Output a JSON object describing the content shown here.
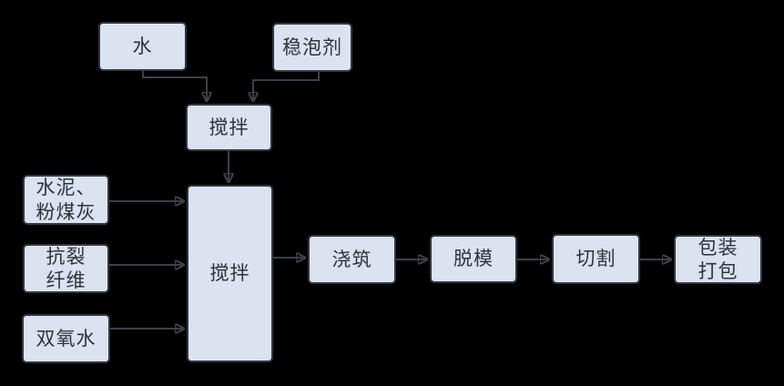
{
  "diagram": {
    "type": "flowchart",
    "background": "black",
    "nodes": [
      {
        "id": "water",
        "label": "水"
      },
      {
        "id": "foam-stabilizer",
        "label": "稳泡剂"
      },
      {
        "id": "mix-1",
        "label": "搅拌"
      },
      {
        "id": "cement-flyash",
        "label": "水泥、\n粉煤灰"
      },
      {
        "id": "anticrack-fiber",
        "label": "抗裂\n纤维"
      },
      {
        "id": "hydrogen-peroxide",
        "label": "双氧水"
      },
      {
        "id": "mix-2",
        "label": "搅拌"
      },
      {
        "id": "pouring",
        "label": "浇筑"
      },
      {
        "id": "demolding",
        "label": "脱模"
      },
      {
        "id": "cutting",
        "label": "切割"
      },
      {
        "id": "packing",
        "label": "包装\n打包"
      }
    ],
    "edges": [
      {
        "from": "water",
        "to": "mix-1",
        "style": "elbow-down"
      },
      {
        "from": "foam-stabilizer",
        "to": "mix-1",
        "style": "elbow-down"
      },
      {
        "from": "mix-1",
        "to": "mix-2",
        "style": "straight-down"
      },
      {
        "from": "cement-flyash",
        "to": "mix-2",
        "style": "straight-right"
      },
      {
        "from": "anticrack-fiber",
        "to": "mix-2",
        "style": "straight-right"
      },
      {
        "from": "hydrogen-peroxide",
        "to": "mix-2",
        "style": "straight-right"
      },
      {
        "from": "mix-2",
        "to": "pouring",
        "style": "straight-right"
      },
      {
        "from": "pouring",
        "to": "demolding",
        "style": "straight-right"
      },
      {
        "from": "demolding",
        "to": "cutting",
        "style": "straight-right"
      },
      {
        "from": "cutting",
        "to": "packing",
        "style": "straight-right"
      }
    ]
  },
  "colors": {
    "background": "#000000",
    "box_fill": "#dbe3f1",
    "box_border": "#2f3742",
    "arrow": "#3a4048",
    "text": "#2d333c"
  }
}
